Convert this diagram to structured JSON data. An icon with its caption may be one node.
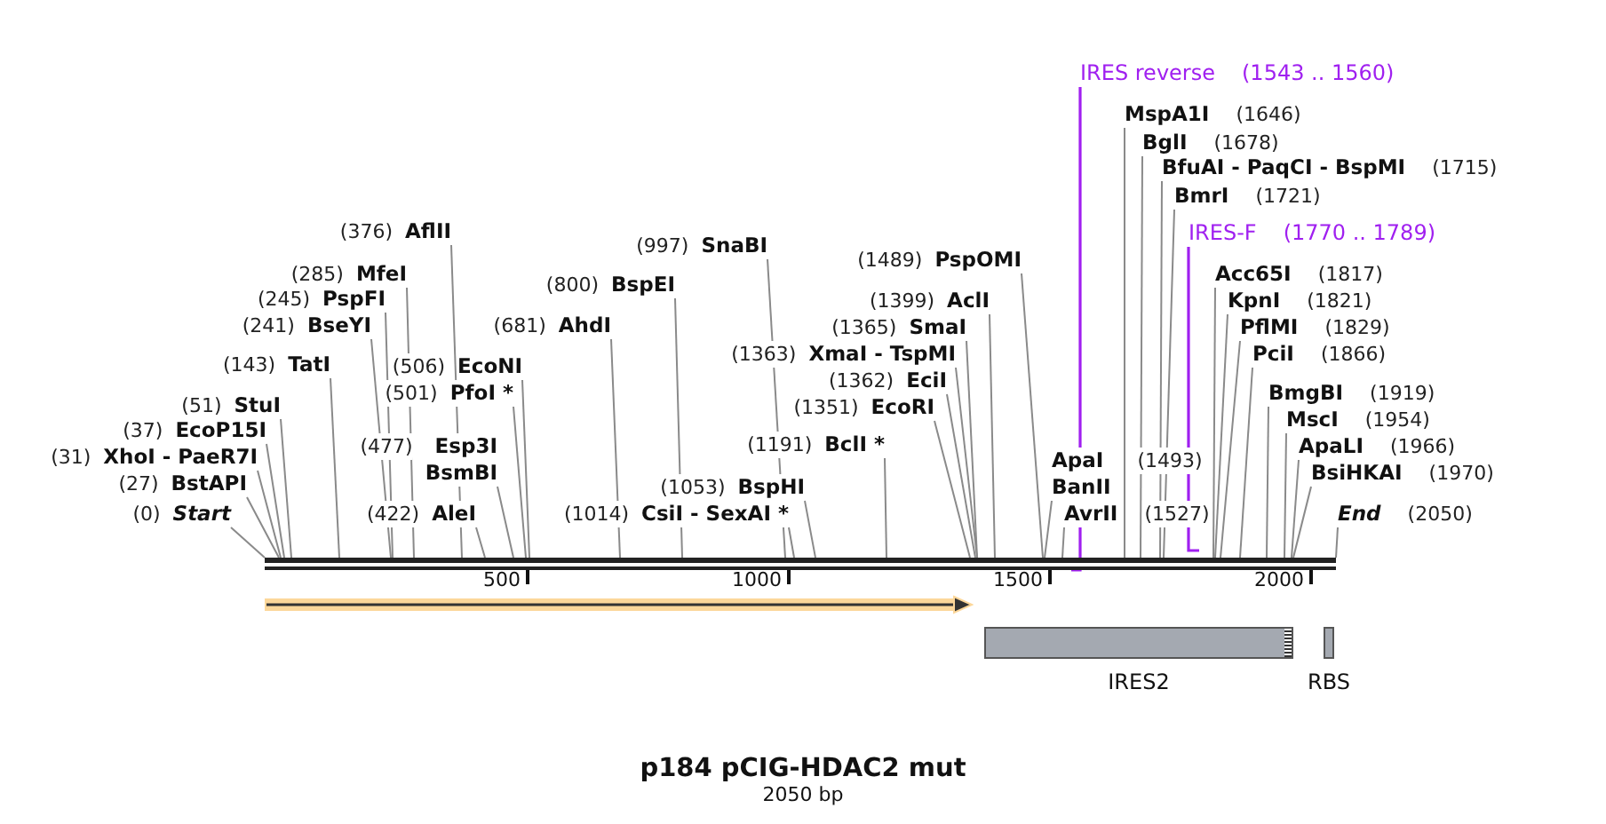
{
  "diagram": {
    "title": "p184 pCIG-HDAC2 mut",
    "caption": "2050 bp",
    "nodes": [
      {
        "text": [
          "(0)",
          "Start"
        ]
      },
      {
        "text": [
          "(27)",
          "BstAPI"
        ]
      },
      {
        "text": [
          "(31)",
          "XhoI - PaeR7I"
        ]
      },
      {
        "text": [
          "(37)",
          "EcoP15I"
        ]
      },
      {
        "text": [
          "(51)",
          "StuI"
        ]
      },
      {
        "text": [
          "(143)",
          "TatI"
        ]
      },
      {
        "text": [
          "(241)",
          "BseYI"
        ]
      },
      {
        "text": [
          "(245)",
          "PspFI"
        ]
      },
      {
        "text": [
          "(285)",
          "MfeI"
        ]
      },
      {
        "text": [
          "(376)",
          "AflII"
        ]
      },
      {
        "text": [
          "(422)",
          "AleI"
        ]
      },
      {
        "text": [
          "(477)",
          "Esp3I BsmBI"
        ]
      },
      {
        "text": [
          "(501)",
          "PfoI *"
        ]
      },
      {
        "text": [
          "(506)",
          "EcoNI"
        ]
      },
      {
        "text": [
          "(681)",
          "AhdI"
        ]
      },
      {
        "text": [
          "(800)",
          "BspEI"
        ]
      },
      {
        "text": [
          "(997)",
          "SnaBI"
        ]
      },
      {
        "text": [
          "(1014)",
          "CsiI - SexAI *"
        ]
      },
      {
        "text": [
          "(1053)",
          "BspHI"
        ]
      },
      {
        "text": [
          "(1191)",
          "BclI *"
        ]
      },
      {
        "text": [
          "(1351)",
          "EcoRI"
        ]
      },
      {
        "text": [
          "(1362)",
          "EciI"
        ]
      },
      {
        "text": [
          "(1363)",
          "XmaI - TspMI"
        ]
      },
      {
        "text": [
          "(1365)",
          "SmaI"
        ]
      },
      {
        "text": [
          "(1399)",
          "AclI"
        ]
      },
      {
        "text": [
          "(1489)",
          "PspOMI"
        ]
      },
      {
        "text": [
          "ApaI BanII",
          "(1493)"
        ]
      },
      {
        "text": [
          "AvrII",
          "(1527)"
        ]
      },
      {
        "text": [
          "IRES reverse",
          "(1543 .. 1560)"
        ]
      },
      {
        "text": [
          "MspA1I",
          "(1646)"
        ]
      },
      {
        "text": [
          "BglI",
          "(1678)"
        ]
      },
      {
        "text": [
          "BfuAI - PaqCI - BspMI",
          "(1715)"
        ]
      },
      {
        "text": [
          "BmrI",
          "(1721)"
        ]
      },
      {
        "text": [
          "IRES-F",
          "(1770 .. 1789)"
        ]
      },
      {
        "text": [
          "Acc65I",
          "(1817)"
        ]
      },
      {
        "text": [
          "KpnI",
          "(1821)"
        ]
      },
      {
        "text": [
          "PflMI",
          "(1829)"
        ]
      },
      {
        "text": [
          "PciI",
          "(1866)"
        ]
      },
      {
        "text": [
          "BmgBI",
          "(1919)"
        ]
      },
      {
        "text": [
          "MscI",
          "(1954)"
        ]
      },
      {
        "text": [
          "ApaLI",
          "(1966)"
        ]
      },
      {
        "text": [
          "BsiHKAI",
          "(1970)"
        ]
      },
      {
        "text": [
          "End",
          "(2050)"
        ]
      },
      {
        "text": [],
        "shape": "bar"
      },
      {
        "text": [],
        "shape": "arrow"
      },
      {
        "text": [
          "IRES2"
        ]
      },
      {
        "text": [
          "RBS"
        ]
      }
    ],
    "edges": [
      {
        "from": 0,
        "to": 43,
        "arrow": "none"
      },
      {
        "from": 1,
        "to": 43,
        "arrow": "none"
      },
      {
        "from": 2,
        "to": 43,
        "arrow": "none"
      },
      {
        "from": 3,
        "to": 43,
        "arrow": "none"
      },
      {
        "from": 4,
        "to": 43,
        "arrow": "none"
      },
      {
        "from": 5,
        "to": 43,
        "arrow": "none"
      },
      {
        "from": 6,
        "to": 43,
        "arrow": "none"
      },
      {
        "from": 7,
        "to": 43,
        "arrow": "none"
      },
      {
        "from": 8,
        "to": 43,
        "arrow": "none"
      },
      {
        "from": 9,
        "to": 43,
        "arrow": "none"
      },
      {
        "from": 10,
        "to": 43,
        "arrow": "none"
      },
      {
        "from": 11,
        "to": 43,
        "arrow": "none"
      },
      {
        "from": 12,
        "to": 43,
        "arrow": "none"
      },
      {
        "from": 13,
        "to": 43,
        "arrow": "none"
      },
      {
        "from": 14,
        "to": 43,
        "arrow": "none"
      },
      {
        "from": 15,
        "to": 43,
        "arrow": "none"
      },
      {
        "from": 16,
        "to": 43,
        "arrow": "none"
      },
      {
        "from": 17,
        "to": 43,
        "arrow": "none"
      },
      {
        "from": 18,
        "to": 43,
        "arrow": "none"
      },
      {
        "from": 19,
        "to": 43,
        "arrow": "none"
      },
      {
        "from": 20,
        "to": 43,
        "arrow": "none"
      },
      {
        "from": 21,
        "to": 43,
        "arrow": "none"
      },
      {
        "from": 22,
        "to": 43,
        "arrow": "none"
      },
      {
        "from": 23,
        "to": 43,
        "arrow": "none"
      },
      {
        "from": 24,
        "to": 43,
        "arrow": "none"
      },
      {
        "from": 25,
        "to": 43,
        "arrow": "none"
      },
      {
        "from": 26,
        "to": 43,
        "arrow": "none"
      },
      {
        "from": 27,
        "to": 43,
        "arrow": "none"
      },
      {
        "from": 28,
        "to": 43,
        "arrow": "none",
        "color": "#a020f0"
      },
      {
        "from": 29,
        "to": 43,
        "arrow": "none"
      },
      {
        "from": 30,
        "to": 43,
        "arrow": "none"
      },
      {
        "from": 31,
        "to": 43,
        "arrow": "none"
      },
      {
        "from": 32,
        "to": 43,
        "arrow": "none"
      },
      {
        "from": 33,
        "to": 43,
        "arrow": "none",
        "color": "#a020f0"
      },
      {
        "from": 34,
        "to": 43,
        "arrow": "none"
      },
      {
        "from": 35,
        "to": 43,
        "arrow": "none"
      },
      {
        "from": 36,
        "to": 43,
        "arrow": "none"
      },
      {
        "from": 37,
        "to": 43,
        "arrow": "none"
      },
      {
        "from": 38,
        "to": 43,
        "arrow": "none"
      },
      {
        "from": 39,
        "to": 43,
        "arrow": "none"
      },
      {
        "from": 40,
        "to": 43,
        "arrow": "none"
      },
      {
        "from": 41,
        "to": 43,
        "arrow": "none"
      },
      {
        "from": 42,
        "to": 43,
        "arrow": "none"
      }
    ],
    "labels": [
      "500",
      "1000",
      "1500",
      "2000"
    ]
  }
}
